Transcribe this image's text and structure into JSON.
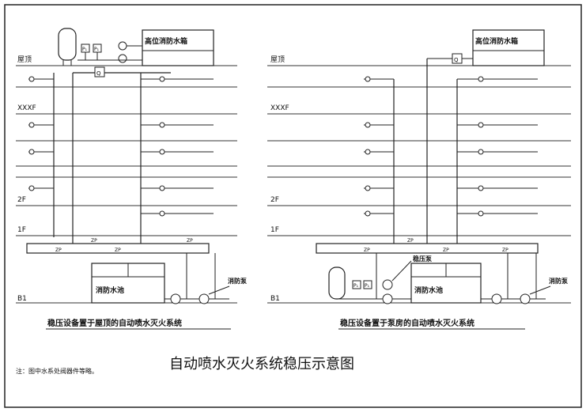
{
  "main_title": "自动喷水灭火系统稳压示意图",
  "note": "注：图中水系处阀器件等略。",
  "left": {
    "caption": "稳压设备置于屋顶的自动喷水灭火系统",
    "tank_label": "高位消防水箱",
    "pool_label": "消防水池",
    "pump_label": "消防泵",
    "gauge_label": "P₁",
    "valve_label": "Q"
  },
  "right": {
    "caption": "稳压设备置于泵房的自动喷水灭火系统",
    "tank_label": "高位消防水箱",
    "pool_label": "消防水池",
    "pump_label": "消防泵",
    "booster_label": "稳压泵",
    "gauge_label": "P₁",
    "valve_label": "Q"
  },
  "floor_labels": {
    "roof": "屋顶",
    "mid": "XXXF",
    "f2": "2F",
    "f1": "1F",
    "b1": "B1"
  },
  "pipe_tag": "ZP"
}
